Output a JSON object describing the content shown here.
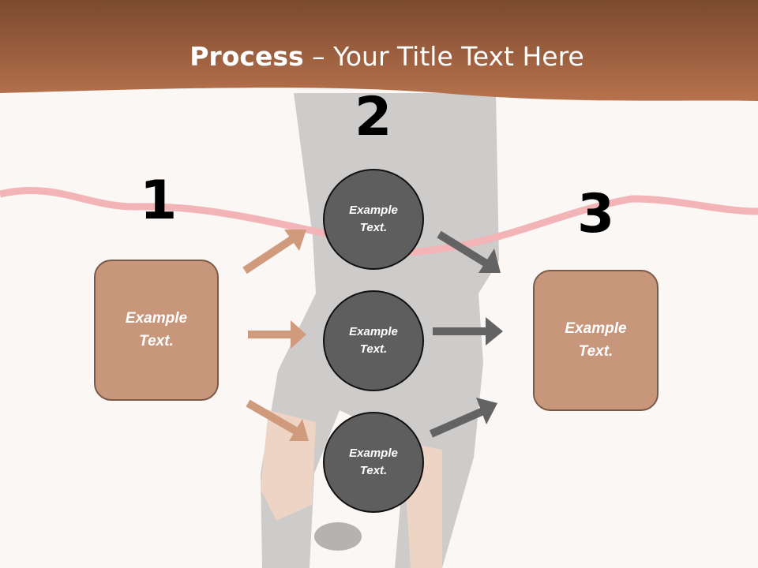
{
  "slide": {
    "title_bold": "Process",
    "title_rest": " – Your Title Text Here"
  },
  "steps": [
    {
      "number": "1",
      "text": "Example Text."
    },
    {
      "number": "2",
      "items": [
        "Example Text.",
        "Example Text.",
        "Example Text."
      ]
    },
    {
      "number": "3",
      "text": "Example Text."
    }
  ],
  "colors": {
    "header": "#9b5a37",
    "box_fill": "#c8977b",
    "circle_fill": "#5e5e5e",
    "arrow_left": "#d09a7d",
    "arrow_right": "#636363"
  }
}
